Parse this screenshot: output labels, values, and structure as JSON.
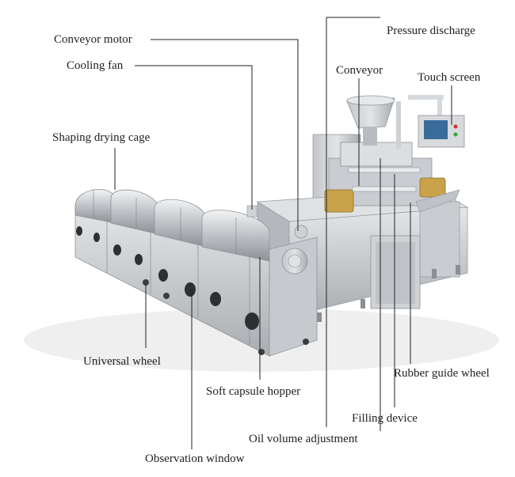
{
  "labels": {
    "conveyor_motor": "Conveyor motor",
    "cooling_fan": "Cooling fan",
    "shaping_drying_cage": "Shaping drying cage",
    "pressure_discharge": "Pressure discharge",
    "conveyor": "Conveyor",
    "touch_screen": "Touch screen",
    "universal_wheel": "Universal wheel",
    "soft_capsule_hopper": "Soft capsule hopper",
    "rubber_guide_wheel": "Rubber guide wheel",
    "filling_device": "Filling device",
    "oil_volume_adjustment": "Oil volume adjustment",
    "observation_window": "Observation window"
  },
  "colors": {
    "leader_line": "#222222",
    "steel_light": "#d9dbdd",
    "steel_mid": "#b9bcbf",
    "steel_dark": "#8e9296",
    "drum_glass": "#c7cbd0",
    "shadow": "#e8e8e8"
  }
}
